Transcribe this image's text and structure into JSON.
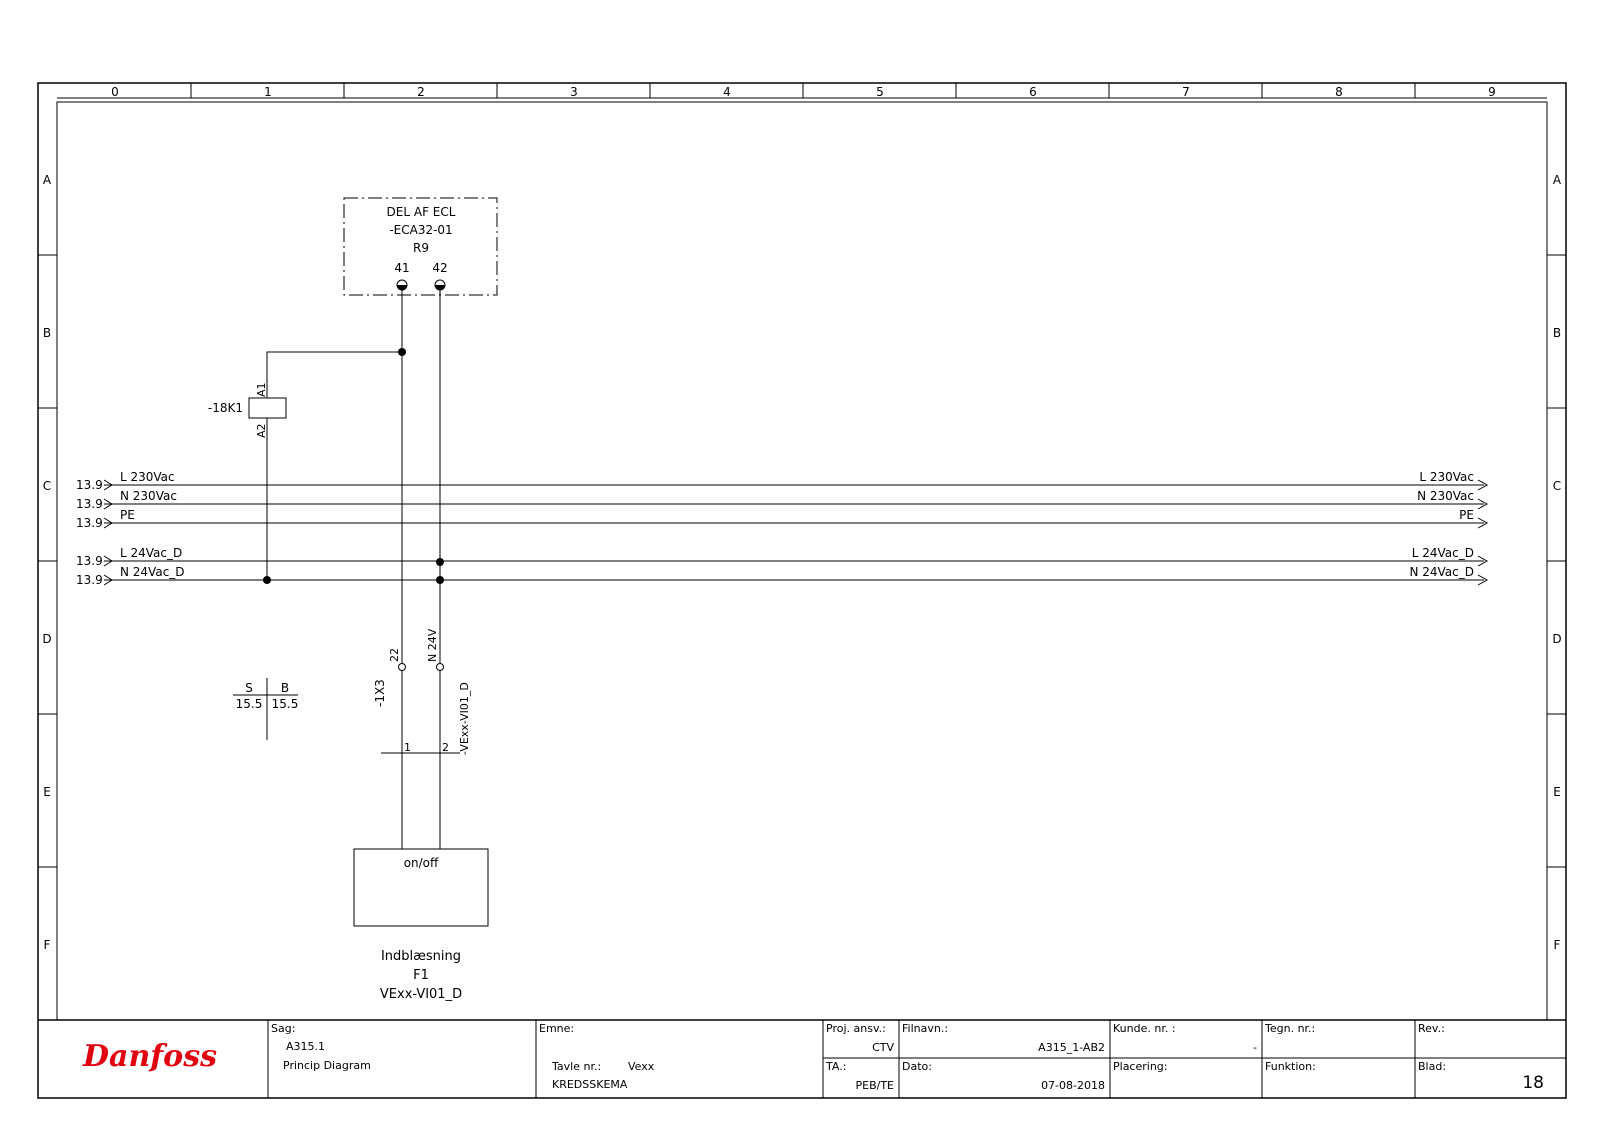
{
  "grid": {
    "columns": [
      "0",
      "1",
      "2",
      "3",
      "4",
      "5",
      "6",
      "7",
      "8",
      "9"
    ],
    "rows": [
      "A",
      "B",
      "C",
      "D",
      "E",
      "F"
    ]
  },
  "ecl_box": {
    "line1": "DEL AF ECL",
    "line2": "-ECA32-01",
    "line3": "R9",
    "term1": "41",
    "term2": "42"
  },
  "relay": {
    "tag": "-18K1",
    "a1": "A1",
    "a2": "A2"
  },
  "bus_lines": [
    {
      "ref": "13.9",
      "label": "L 230Vac"
    },
    {
      "ref": "13.9",
      "label": "N 230Vac"
    },
    {
      "ref": "13.9",
      "label": "PE"
    },
    {
      "ref": "13.9",
      "label": "L 24Vac_D"
    },
    {
      "ref": "13.9",
      "label": "N 24Vac_D"
    }
  ],
  "terminal_strip": {
    "tag": "-1X3",
    "t22": "22",
    "n24v": "N 24V",
    "cable": "-VExx-VI01_D",
    "wire1": "1",
    "wire2": "2"
  },
  "xref": {
    "s": "S",
    "b": "B",
    "s_val": "15.5",
    "b_val": "15.5"
  },
  "device_box": {
    "label": "on/off",
    "caption1": "Indblæsning",
    "caption2": "F1",
    "caption3": "VExx-VI01_D"
  },
  "title_block": {
    "logo": "Danfoss",
    "sag_label": "Sag:",
    "sag_value": "A315.1",
    "sag_desc": "Princip Diagram",
    "emne_label": "Emne:",
    "tavle_label": "Tavle nr.:",
    "tavle_value": "Vexx",
    "emne_value": "KREDSSKEMA",
    "proj_label": "Proj. ansv.:",
    "proj_value": "CTV",
    "ta_label": "TA.:",
    "ta_value": "PEB/TE",
    "filnavn_label": "Filnavn.:",
    "filnavn_value": "A315_1-AB2",
    "dato_label": "Dato:",
    "dato_value": "07-08-2018",
    "kunde_label": "Kunde. nr. :",
    "kunde_value": "-",
    "placering_label": "Placering:",
    "tegn_label": "Tegn. nr.:",
    "funktion_label": "Funktion:",
    "rev_label": "Rev.:",
    "blad_label": "Blad:",
    "blad_value": "18"
  },
  "colors": {
    "line": "#000000",
    "logo": "#e2000f"
  }
}
